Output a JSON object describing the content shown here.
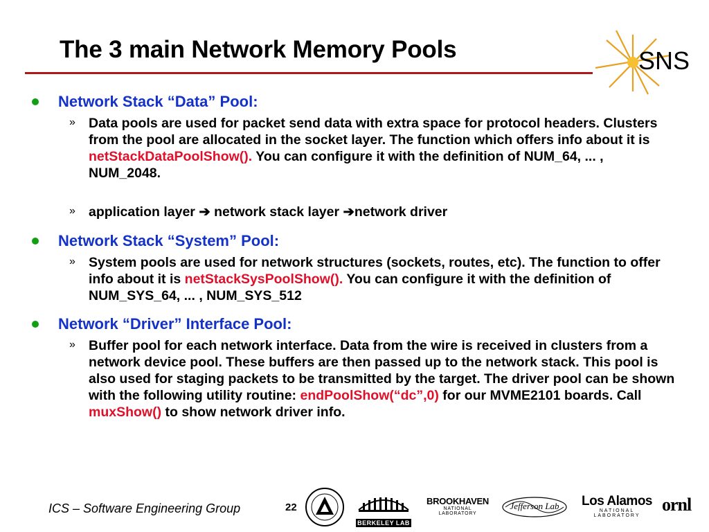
{
  "slide": {
    "title": "The 3 main Network Memory Pools",
    "logo_text": "SNS"
  },
  "bullets": [
    {
      "heading": "Network Stack “Data” Pool:",
      "subs": [
        {
          "parts": [
            {
              "text": "Data pools are used for packet send data with extra space for protocol headers. Clusters from the pool are allocated in the socket layer. The function which offers info about it is ",
              "color": "black"
            },
            {
              "text": "netStackDataPoolShow().",
              "color": "red"
            },
            {
              "text": " You can configure it with the definition of NUM_64, ... , NUM_2048.",
              "color": "black"
            }
          ]
        },
        {
          "parts": [
            {
              "text": "application layer ",
              "color": "black"
            },
            {
              "text": "➔",
              "color": "black"
            },
            {
              "text": " network stack layer ",
              "color": "black"
            },
            {
              "text": "➔",
              "color": "black"
            },
            {
              "text": "network driver",
              "color": "black"
            }
          ]
        }
      ]
    },
    {
      "heading": "Network Stack “System” Pool:",
      "subs": [
        {
          "parts": [
            {
              "text": "System pools are used for network structures (sockets, routes, etc). The function to offer info about it is ",
              "color": "black"
            },
            {
              "text": "netStackSysPoolShow().",
              "color": "red"
            },
            {
              "text": " You can configure it with the definition of NUM_SYS_64, ... , NUM_SYS_512",
              "color": "black"
            }
          ]
        }
      ]
    },
    {
      "heading": "Network “Driver” Interface Pool:",
      "subs": [
        {
          "parts": [
            {
              "text": "Buffer pool for each network interface. Data from the wire is received in clusters from a network device pool. These buffers are then passed up to the network stack. This pool is also used for staging packets to be transmitted by the target. The driver pool can be shown with the following utility routine: ",
              "color": "black"
            },
            {
              "text": "endPoolShow(“dc”,0)",
              "color": "red"
            },
            {
              "text": " for our MVME2101 boards.  Call ",
              "color": "black"
            },
            {
              "text": "muxShow()",
              "color": "red"
            },
            {
              "text": " to show network driver info.",
              "color": "black"
            }
          ]
        }
      ]
    }
  ],
  "footer": {
    "group": "ICS – Software Engineering Group",
    "page": "22",
    "logos": {
      "berkeley": "BERKELEY LAB",
      "brookhaven_1": "BROOKHAVEN",
      "brookhaven_2": "NATIONAL LABORATORY",
      "jefferson": "Jefferson Lab",
      "losalamos_1": "Los Alamos",
      "losalamos_2": "NATIONAL LABORATORY",
      "ornl": "ornl"
    }
  },
  "colors": {
    "heading": "#1432c8",
    "bullet_dot": "#12a012",
    "highlight": "#e0102a",
    "rule": "#b01818"
  }
}
